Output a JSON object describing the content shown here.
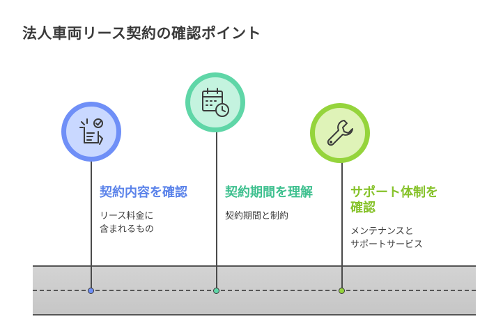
{
  "title": "法人車両リース契約の確認ポイント",
  "colors": {
    "blue": "#6f8ff7",
    "teal": "#5fd6a7",
    "green": "#95d43c",
    "road": "#cfcfcf",
    "text": "#3a3a3a"
  },
  "steps": [
    {
      "icon": "contract-check-icon",
      "heading": "契約内容を確認",
      "description": "リース料金に\n含まれるもの",
      "color": "#5b83ea"
    },
    {
      "icon": "calendar-clock-icon",
      "heading": "契約期間を理解",
      "description": "契約期間と制約",
      "color": "#3fc08f"
    },
    {
      "icon": "wrench-icon",
      "heading": "サポート体制を\n確認",
      "description": "メンテナンスと\nサポートサービス",
      "color": "#86c22a"
    }
  ]
}
